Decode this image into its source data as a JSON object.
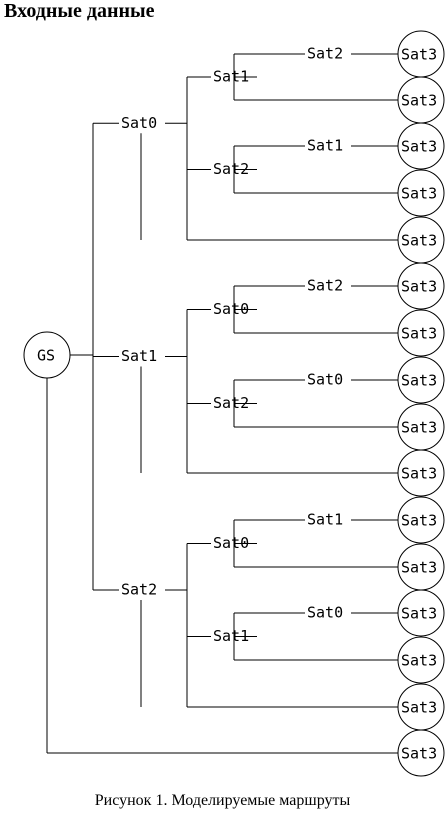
{
  "heading": "Входные данные",
  "caption": "Рисунок 1. Моделируемые маршруты",
  "root": "GS",
  "leaf": "Sat3",
  "tree": [
    {
      "label": "Sat0",
      "children": [
        {
          "label": "Sat1",
          "children": [
            {
              "label": "Sat2",
              "children": []
            },
            {
              "label": "",
              "children": []
            }
          ]
        },
        {
          "label": "Sat2",
          "children": [
            {
              "label": "Sat1",
              "children": []
            },
            {
              "label": "",
              "children": []
            }
          ]
        },
        {
          "label": "",
          "children": []
        }
      ]
    },
    {
      "label": "Sat1",
      "children": [
        {
          "label": "Sat0",
          "children": [
            {
              "label": "Sat2",
              "children": []
            },
            {
              "label": "",
              "children": []
            }
          ]
        },
        {
          "label": "Sat2",
          "children": [
            {
              "label": "Sat0",
              "children": []
            },
            {
              "label": "",
              "children": []
            }
          ]
        },
        {
          "label": "",
          "children": []
        }
      ]
    },
    {
      "label": "Sat2",
      "children": [
        {
          "label": "Sat0",
          "children": [
            {
              "label": "Sat1",
              "children": []
            },
            {
              "label": "",
              "children": []
            }
          ]
        },
        {
          "label": "Sat1",
          "children": [
            {
              "label": "Sat0",
              "children": []
            },
            {
              "label": "",
              "children": []
            }
          ]
        },
        {
          "label": "",
          "children": []
        }
      ]
    },
    {
      "label": "",
      "children": []
    }
  ]
}
